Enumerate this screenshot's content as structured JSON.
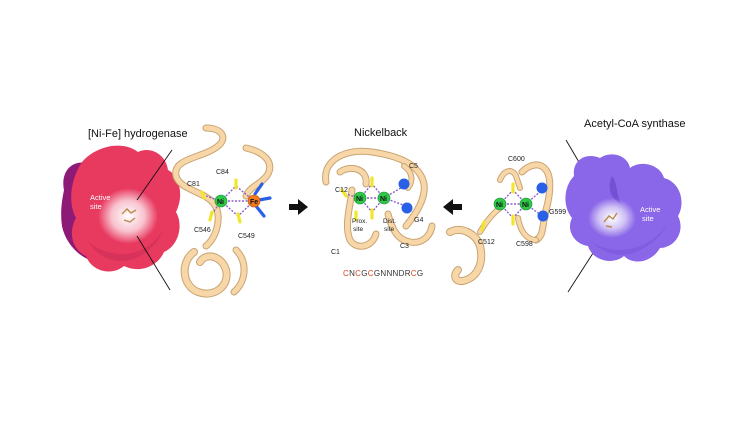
{
  "left": {
    "title": "[Ni-Fe]  hydrogenase",
    "active_site": [
      "Active",
      "site"
    ],
    "atoms": {
      "ni": "Ni",
      "fe": "Fe"
    },
    "residues": {
      "c84": "C84",
      "c81": "C81",
      "c546": "C546",
      "c549": "C549"
    }
  },
  "center": {
    "title": "Nickelback",
    "atoms": {
      "ni1": "Ni",
      "ni2": "Ni"
    },
    "residues": {
      "c5": "C5",
      "c12": "C12",
      "g4": "G4",
      "c1": "C1",
      "c3": "C3"
    },
    "prox_site": [
      "Prox.",
      "site"
    ],
    "dist_site": [
      "Dist.",
      "site"
    ],
    "sequence": [
      {
        "ch": "C",
        "hl": true
      },
      {
        "ch": "N",
        "hl": false
      },
      {
        "ch": "C",
        "hl": true
      },
      {
        "ch": "G",
        "hl": false
      },
      {
        "ch": "C",
        "hl": true
      },
      {
        "ch": "G",
        "hl": false
      },
      {
        "ch": "N",
        "hl": false
      },
      {
        "ch": "N",
        "hl": false
      },
      {
        "ch": "N",
        "hl": false
      },
      {
        "ch": "D",
        "hl": false
      },
      {
        "ch": "R",
        "hl": false
      },
      {
        "ch": "C",
        "hl": true
      },
      {
        "ch": "G",
        "hl": false
      }
    ]
  },
  "right": {
    "title": "Acetyl-CoA synthase",
    "active_site": [
      "Active",
      "site"
    ],
    "atoms": {
      "ni1": "Ni",
      "ni2": "Ni"
    },
    "residues": {
      "c600": "C600",
      "g599": "G599",
      "c512": "C512",
      "c598": "C598"
    }
  },
  "colors": {
    "hydrogenase_surface": "#e8395f",
    "hydrogenase_dark": "#8e1a78",
    "synthase_surface": "#8a66e8",
    "ribbon": "#f7d6a8",
    "ribbon_edge": "#c9a473",
    "nickel": "#2fc94a",
    "iron": "#f2791f",
    "sulfur": "#f2e62a",
    "nitrogen": "#2a5fe8",
    "oxygen": "#e8231a",
    "bond": "#8a5fd0",
    "highlight_letter": "#e0451f",
    "sequence_text": "#333333"
  }
}
